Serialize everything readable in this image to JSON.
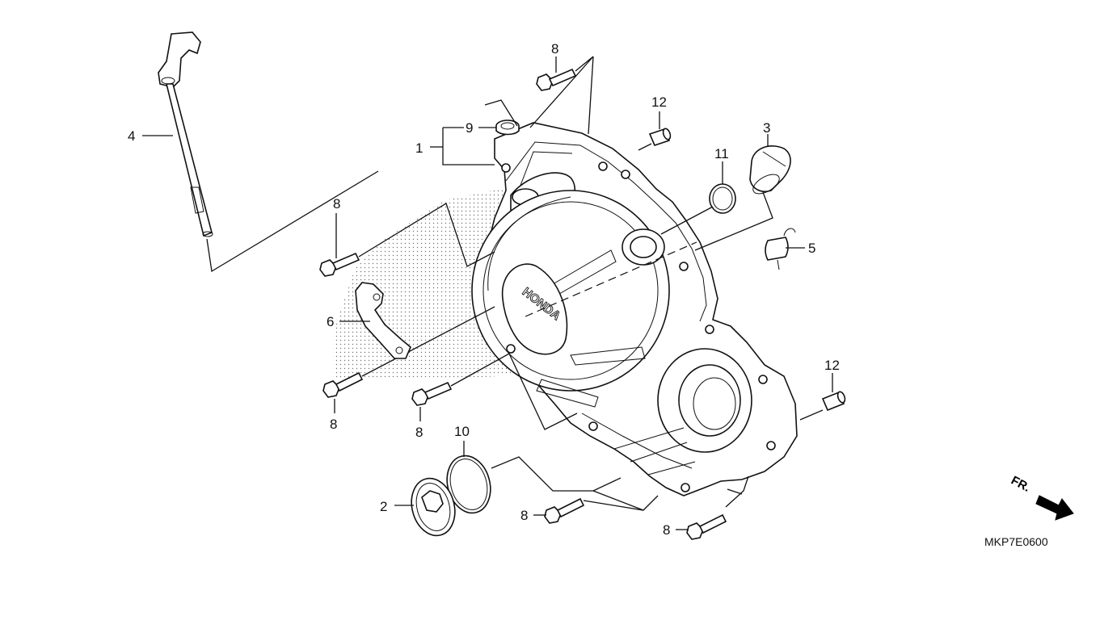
{
  "diagram_code": "MKP7E0600",
  "direction_label": "FR.",
  "cover_brand": "HONDA",
  "callouts": {
    "c1": "1",
    "c2": "2",
    "c3": "3",
    "c4": "4",
    "c5": "5",
    "c6": "6",
    "c8a": "8",
    "c8b": "8",
    "c8c": "8",
    "c8d": "8",
    "c8e": "8",
    "c8f": "8",
    "c9": "9",
    "c10": "10",
    "c11": "11",
    "c12a": "12",
    "c12b": "12"
  }
}
